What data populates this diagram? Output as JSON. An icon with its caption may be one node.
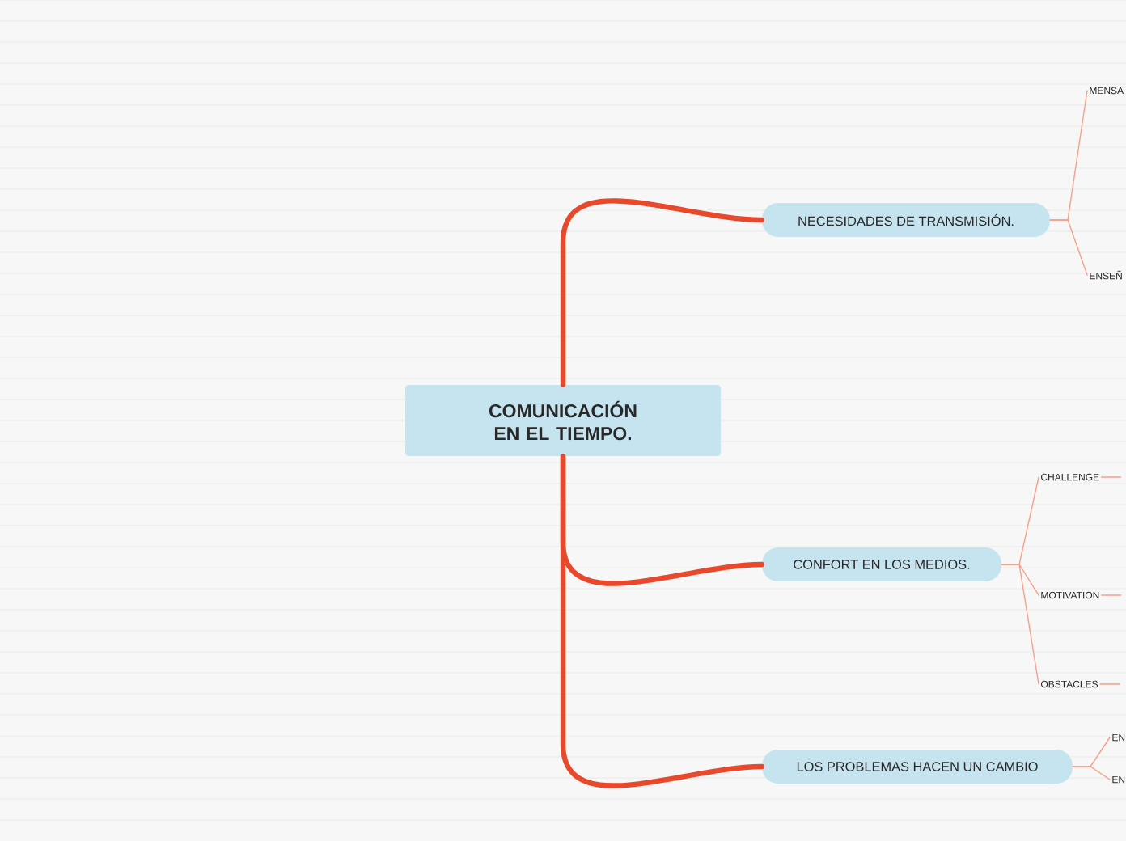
{
  "diagram": {
    "nodes": [
      {
        "text": [
          "COMUNICACIÓN EN EL TIEMPO."
        ]
      },
      {
        "text": [
          "NECESIDADES DE TRANSMISIÓN."
        ]
      },
      {
        "text": [
          "CONFORT EN LOS MEDIOS."
        ]
      },
      {
        "text": [
          "LOS PROBLEMAS HACEN UN CAMBIO"
        ]
      },
      {
        "text": [
          "MENSA"
        ]
      },
      {
        "text": [
          "ENSEÑ"
        ]
      },
      {
        "text": [
          "CHALLENGE"
        ]
      },
      {
        "text": [
          "MOTIVATION"
        ]
      },
      {
        "text": [
          "OBSTACLES"
        ]
      },
      {
        "text": [
          "EN"
        ]
      },
      {
        "text": [
          "EN"
        ]
      }
    ],
    "edges": [
      {
        "from": 0,
        "to": 1,
        "arrow": "none",
        "style": "thick",
        "color": "#e8482c"
      },
      {
        "from": 0,
        "to": 2,
        "arrow": "none",
        "style": "thick",
        "color": "#e8482c"
      },
      {
        "from": 0,
        "to": 3,
        "arrow": "none",
        "style": "thick",
        "color": "#e8482c"
      },
      {
        "from": 1,
        "to": 4,
        "arrow": "none"
      },
      {
        "from": 1,
        "to": 5,
        "arrow": "none"
      },
      {
        "from": 2,
        "to": 6,
        "arrow": "none"
      },
      {
        "from": 2,
        "to": 7,
        "arrow": "none"
      },
      {
        "from": 2,
        "to": 8,
        "arrow": "none"
      },
      {
        "from": 3,
        "to": 9,
        "arrow": "none"
      },
      {
        "from": 3,
        "to": 10,
        "arrow": "none"
      },
      {
        "from": 6,
        "to": null,
        "arrow": "none"
      },
      {
        "from": 7,
        "to": null,
        "arrow": "none"
      },
      {
        "from": 8,
        "to": null,
        "arrow": "none"
      }
    ]
  }
}
